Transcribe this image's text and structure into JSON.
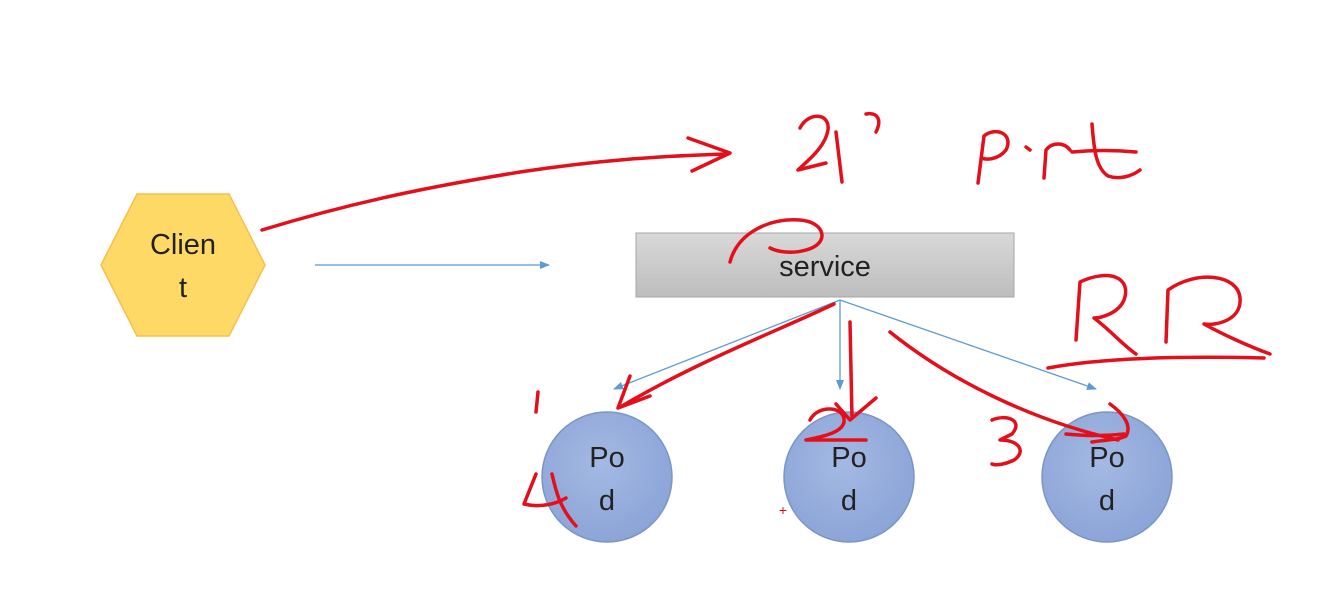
{
  "nodes": {
    "client": {
      "line1": "Clien",
      "line2": "t"
    },
    "service": {
      "label": "service"
    },
    "pods": [
      {
        "line1": "Po",
        "line2": "d"
      },
      {
        "line1": "Po",
        "line2": "d"
      },
      {
        "line1": "Po",
        "line2": "d"
      }
    ]
  },
  "colors": {
    "client_fill": "#ffd966",
    "client_stroke": "#f2c04c",
    "service_fill": "#c8c8c8",
    "pod_fill": "#8faadc",
    "pod_stroke": "#7b95c9",
    "connector": "#5b9bd5",
    "ink": "#e3101c"
  },
  "annotations": {
    "marker": "+"
  }
}
